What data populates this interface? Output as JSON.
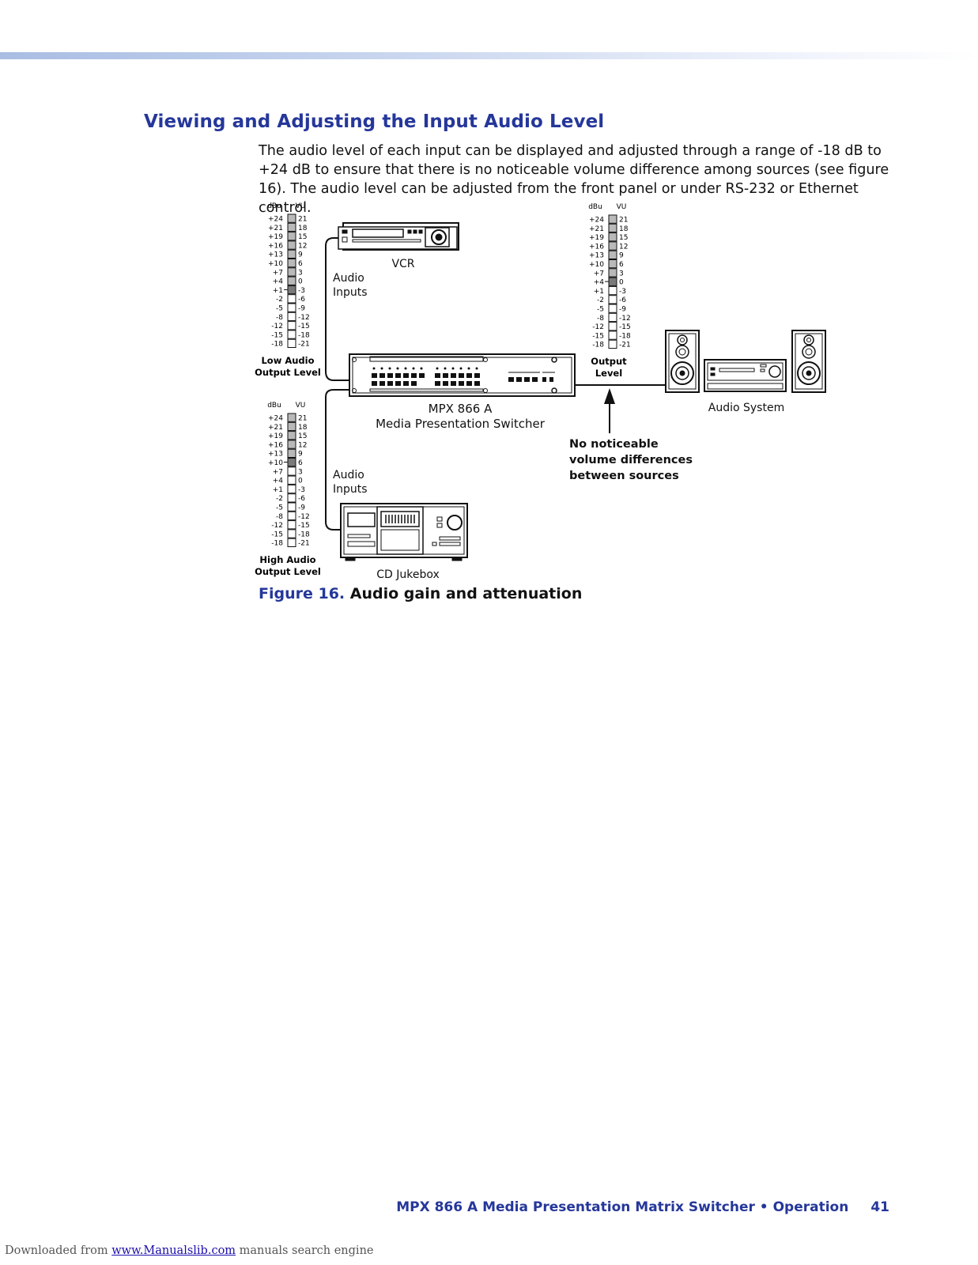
{
  "header": {
    "section_title": "Viewing and Adjusting the Input Audio Level"
  },
  "body": {
    "paragraph": "The audio level of each input can be displayed and adjusted through a range of -18 dB to +24 dB to ensure that there is no noticeable volume difference among sources (see figure 16). The audio level can be adjusted from the front panel or under RS-232 or Ethernet control."
  },
  "figure": {
    "meter": {
      "dbu_header": "dBu",
      "vu_header": "VU",
      "dbu_scale": [
        "+24",
        "+21",
        "+19",
        "+16",
        "+13",
        "+10",
        "+7",
        "+4",
        "+1",
        "-2",
        "-5",
        "-8",
        "-12",
        "-15",
        "-18"
      ],
      "vu_scale": [
        "21",
        "18",
        "15",
        "12",
        "9",
        "6",
        "3",
        "0",
        "-3",
        "-6",
        "-9",
        "-12",
        "-15",
        "-18",
        "-21"
      ]
    },
    "meters": [
      {
        "label_line1": "Low Audio",
        "label_line2": "Output Level",
        "indicated_dbu": "+1"
      },
      {
        "label_line1": "High Audio",
        "label_line2": "Output Level",
        "indicated_dbu": "+10"
      },
      {
        "label_line1": "Output",
        "label_line2": "Level",
        "indicated_dbu": "+4"
      }
    ],
    "labels": {
      "vcr": "VCR",
      "audio_inputs_line1": "Audio",
      "audio_inputs_line2": "Inputs",
      "switcher_line1": "MPX 866 A",
      "switcher_line2": "Media Presentation Switcher",
      "audio_system": "Audio System",
      "cd_jukebox": "CD Jukebox",
      "note_line1": "No noticeable",
      "note_line2": "volume differences",
      "note_line3": "between sources"
    },
    "caption_number": "Figure 16.",
    "caption_text": " Audio gain and attenuation"
  },
  "footer": {
    "title": "MPX 866 A Media Presentation Matrix Switcher • Operation",
    "page_number": "41"
  },
  "download_note": {
    "prefix": "Downloaded from ",
    "link_text": "www.Manualslib.com",
    "suffix": " manuals search engine"
  },
  "colors": {
    "heading_blue": "#25379a",
    "meter_fill_light": "#b9b9b9",
    "meter_fill_dark": "#7a7a7a"
  }
}
